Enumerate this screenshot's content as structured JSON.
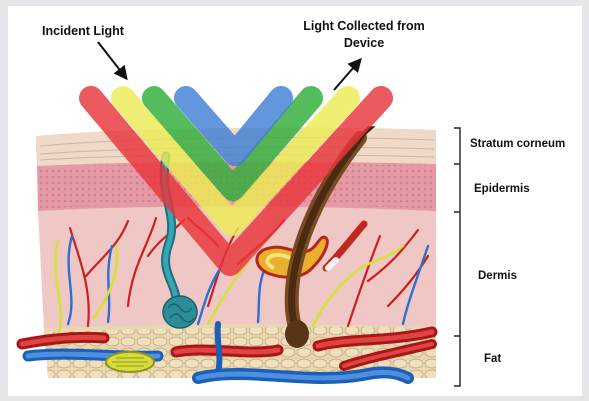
{
  "labels": {
    "incident": "Incident Light",
    "collected_line1": "Light Collected from",
    "collected_line2": "Device"
  },
  "layers": [
    {
      "id": "stratum-corneum",
      "name": "Stratum corneum"
    },
    {
      "id": "epidermis",
      "name": "Epidermis"
    },
    {
      "id": "dermis",
      "name": "Dermis"
    },
    {
      "id": "fat",
      "name": "Fat"
    }
  ],
  "colors": {
    "beam_red": "#e8353b",
    "beam_yellow": "#ecec55",
    "beam_green": "#2fad3a",
    "beam_blue": "#3f7fd6",
    "stratum": "#efd9c8",
    "epidermis": "#e59aa5",
    "dermis": "#efc7c4",
    "fat": "#ead7b0",
    "artery": "#cc1f1f",
    "vein": "#2f6fd0",
    "nerve": "#d7df3a",
    "hair": "#4b2a12",
    "sweat_gland": "#2c8d9a"
  }
}
